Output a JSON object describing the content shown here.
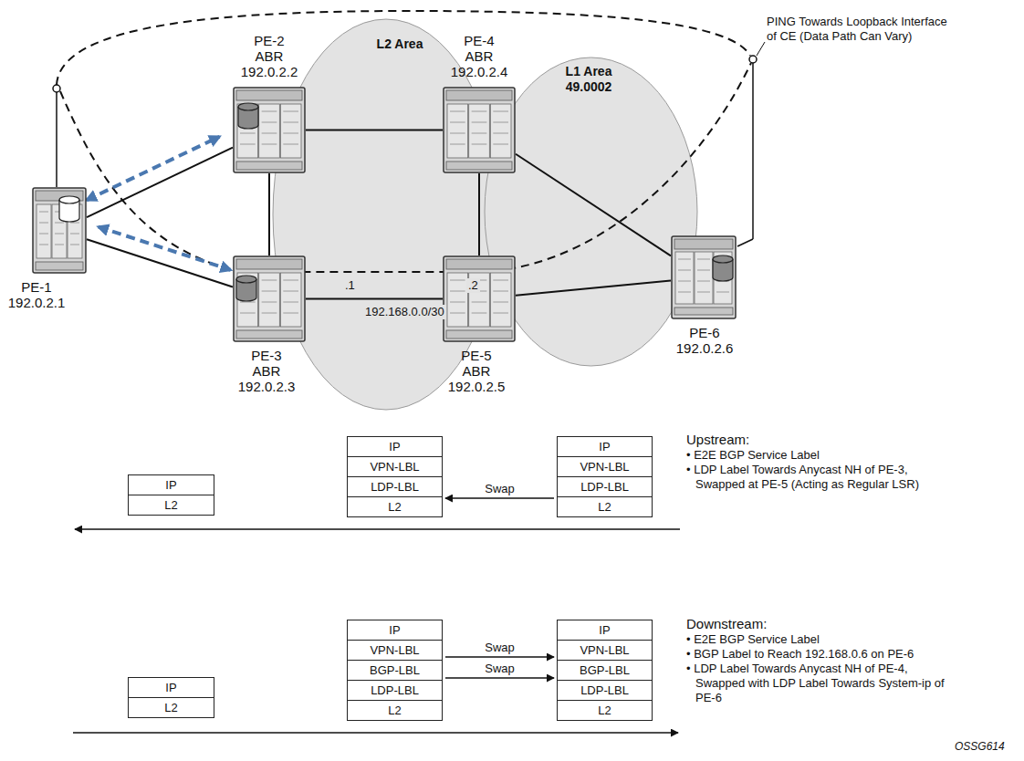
{
  "diagram": {
    "nodes": [
      {
        "text": [
          "PE-1",
          "192.0.2.1"
        ]
      },
      {
        "text": [
          "PE-2",
          "ABR",
          "192.0.2.2"
        ]
      },
      {
        "text": [
          "PE-4",
          "ABR",
          "192.0.2.4"
        ]
      },
      {
        "text": [
          "PE-3",
          "ABR",
          "192.0.2.3"
        ]
      },
      {
        "text": [
          "PE-5",
          "ABR",
          "192.0.2.5"
        ]
      },
      {
        "text": [
          "PE-6",
          "192.0.2.6"
        ]
      },
      {
        "text": [
          "L2 Area"
        ]
      },
      {
        "text": [
          "L1 Area",
          "49.0002"
        ]
      },
      {
        "text": [
          "IP",
          "L2"
        ]
      },
      {
        "text": [
          "IP",
          "VPN-LBL",
          "LDP-LBL",
          "L2"
        ]
      },
      {
        "text": [
          "IP",
          "VPN-LBL",
          "LDP-LBL",
          "L2"
        ]
      },
      {
        "text": [
          "IP",
          "L2"
        ]
      },
      {
        "text": [
          "IP",
          "VPN-LBL",
          "BGP-LBL",
          "LDP-LBL",
          "L2"
        ]
      },
      {
        "text": [
          "IP",
          "VPN-LBL",
          "BGP-LBL",
          "LDP-LBL",
          "L2"
        ]
      }
    ],
    "edges": [
      {
        "from": 0,
        "to": 1,
        "arrow": "none"
      },
      {
        "from": 0,
        "to": 3,
        "arrow": "none"
      },
      {
        "from": 1,
        "to": 2,
        "arrow": "none"
      },
      {
        "from": 1,
        "to": 3,
        "arrow": "none"
      },
      {
        "from": 2,
        "to": 4,
        "arrow": "none"
      },
      {
        "from": 3,
        "to": 4,
        "arrow": "none"
      },
      {
        "from": 2,
        "to": 5,
        "arrow": "none"
      },
      {
        "from": 4,
        "to": 5,
        "arrow": "none"
      },
      {
        "from": 0,
        "to": 1,
        "arrow": "both"
      },
      {
        "from": 0,
        "to": 3,
        "arrow": "both"
      },
      {
        "from": 10,
        "to": 9,
        "label": "Swap",
        "arrow": "to"
      },
      {
        "from": 12,
        "to": 13,
        "label": "Swap",
        "arrow": "to"
      },
      {
        "from": 12,
        "to": 13,
        "label": "Swap",
        "arrow": "to"
      }
    ],
    "labels": [
      ".1",
      "192.168.0.0/30",
      ".2",
      "PING Towards Loopback Interface of CE (Data Path Can Vary)",
      "Upstream:",
      "• E2E BGP Service Label",
      "• LDP Label Towards Anycast NH of PE-3, Swapped at PE-5 (Acting as Regular LSR)",
      "Downstream:",
      "• E2E BGP Service Label",
      "• BGP Label to Reach 192.168.0.6 on PE-6",
      "• LDP Label Towards Anycast NH of PE-4, Swapped with LDP Label Towards System-ip of PE-6",
      "OSSG614"
    ]
  }
}
